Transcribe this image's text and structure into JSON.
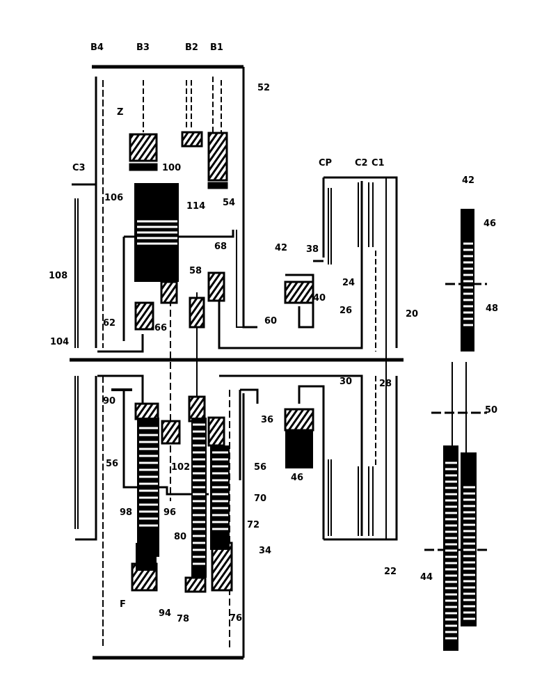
{
  "figure": {
    "labels": {
      "b4": "B4",
      "b3": "B3",
      "b2": "B2",
      "b1": "B1",
      "n52": "52",
      "z": "Z",
      "n100": "100",
      "c3": "C3",
      "n106": "106",
      "n114": "114",
      "n54": "54",
      "n108": "108",
      "n68": "68",
      "n58": "58",
      "n62": "62",
      "n66": "66",
      "n60": "60",
      "n104": "104",
      "n90": "90",
      "n56a": "56",
      "n102": "102",
      "n98": "98",
      "n96": "96",
      "n80": "80",
      "n36": "36",
      "n56b": "56",
      "n70": "70",
      "n72": "72",
      "n34": "34",
      "f": "F",
      "n94": "94",
      "n78": "78",
      "n76": "76",
      "cp": "CP",
      "c2": "C2",
      "c1": "C1",
      "n42a": "42",
      "n38": "38",
      "n40a": "40",
      "n24": "24",
      "n26": "26",
      "n20": "20",
      "n30": "30",
      "n28": "28",
      "n46a": "46",
      "n22": "22",
      "n42b": "42",
      "n46b": "46",
      "n48": "48",
      "n50": "50",
      "n44": "44"
    }
  }
}
